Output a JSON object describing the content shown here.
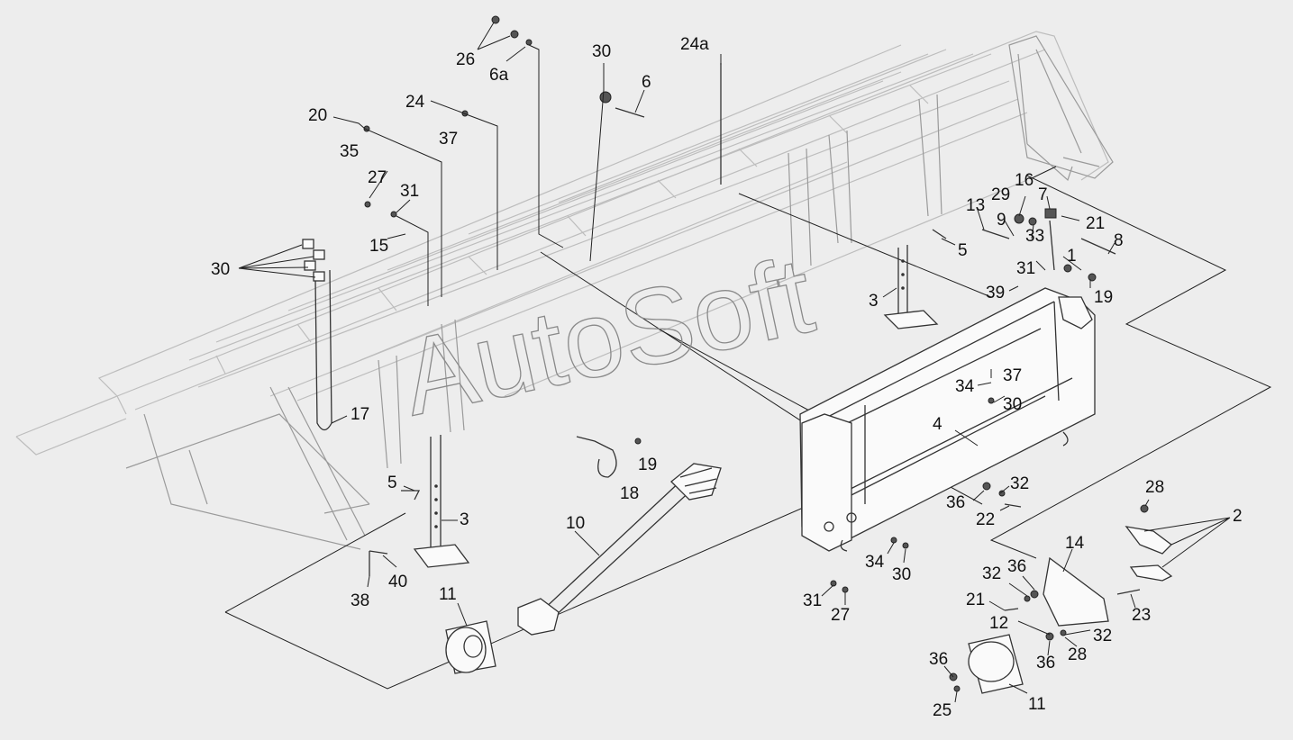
{
  "watermark": "AutoSoft",
  "callouts": {
    "c26": "26",
    "c6a": "6a",
    "c30_top": "30",
    "c6": "6",
    "c24a": "24a",
    "c20": "20",
    "c35": "35",
    "c24": "24",
    "c37_top": "37",
    "c27_left": "27",
    "c31_left": "31",
    "c15": "15",
    "c30_left": "30",
    "c16": "16",
    "c13": "13",
    "c29": "29",
    "c7": "7",
    "c21_r": "21",
    "c9": "9",
    "c33": "33",
    "c8": "8",
    "c5_r": "5",
    "c31_r": "31",
    "c1": "1",
    "c39": "39",
    "c19_r": "19",
    "c3_r": "3",
    "c34_r": "34",
    "c37_r": "37",
    "c30_r": "30",
    "c4": "4",
    "c17": "17",
    "c5_l": "5",
    "c3_l": "3",
    "c19_m": "19",
    "c18": "18",
    "c10": "10",
    "c36_m": "36",
    "c32_m": "32",
    "c22": "22",
    "c34_b": "34",
    "c30_b": "30",
    "c31_b": "31",
    "c27_b": "27",
    "c38": "38",
    "c40": "40",
    "c11_l": "11",
    "c28_top": "28",
    "c2": "2",
    "c14": "14",
    "c32_a": "32",
    "c36_a": "36",
    "c21_b": "21",
    "c23": "23",
    "c12": "12",
    "c32_b": "32",
    "c36_b": "36",
    "c28_b": "28",
    "c36_c": "36",
    "c25": "25",
    "c11_r": "11"
  }
}
